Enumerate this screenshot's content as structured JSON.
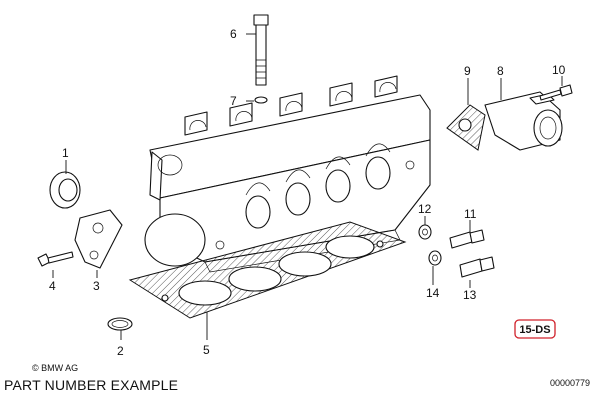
{
  "callouts": {
    "c1": "1",
    "c2": "2",
    "c3": "3",
    "c4": "4",
    "c5": "5",
    "c6": "6",
    "c7": "7",
    "c8": "8",
    "c9": "9",
    "c10": "10",
    "c11": "11",
    "c12": "12",
    "c13": "13",
    "c14": "14"
  },
  "badge": {
    "label": "15-DS",
    "color": "#d0202a"
  },
  "copyright": "© BMW AG",
  "footer": {
    "label": "PART NUMBER EXAMPLE",
    "code": "00000779"
  }
}
